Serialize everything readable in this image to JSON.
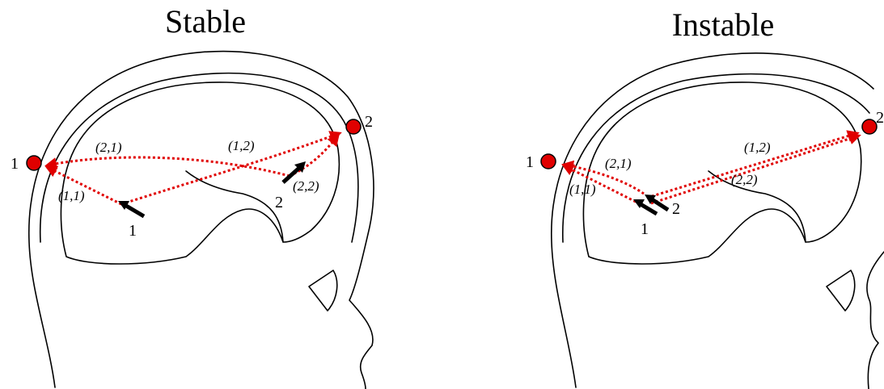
{
  "colors": {
    "path": "#e00000",
    "electrode": "#e00000",
    "outline": "#000000"
  },
  "panels": [
    {
      "title": "Stable",
      "electrodes": [
        {
          "label": "1"
        },
        {
          "label": "2"
        }
      ],
      "sources": [
        {
          "label": "1"
        },
        {
          "label": "2"
        }
      ],
      "paths": [
        {
          "label": "(1,1)"
        },
        {
          "label": "(2,1)"
        },
        {
          "label": "(1,2)"
        },
        {
          "label": "(2,2)"
        }
      ]
    },
    {
      "title": "Instable",
      "electrodes": [
        {
          "label": "1"
        },
        {
          "label": "2"
        }
      ],
      "sources": [
        {
          "label": "1"
        },
        {
          "label": "2"
        }
      ],
      "paths": [
        {
          "label": "(1,1)"
        },
        {
          "label": "(2,1)"
        },
        {
          "label": "(1,2)"
        },
        {
          "label": "(2,2)"
        }
      ]
    }
  ]
}
